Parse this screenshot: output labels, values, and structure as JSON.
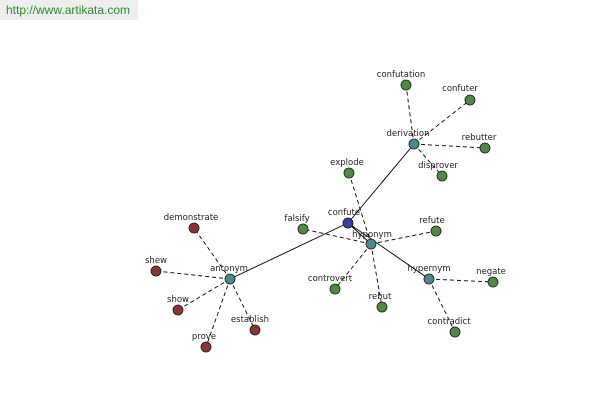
{
  "banner": {
    "url_text": "http://www.artikata.com"
  },
  "colors": {
    "center": "#3b3ba8",
    "hub": "#4a8a8e",
    "synonym_leaf": "#4e8a44",
    "antonym_leaf": "#8a3434",
    "edge": "#000000"
  },
  "graph": {
    "center": {
      "id": "confute",
      "label": "confute"
    },
    "hubs": [
      {
        "id": "derivation",
        "label": "derivation"
      },
      {
        "id": "hyponym",
        "label": "hyponym"
      },
      {
        "id": "antonym",
        "label": "antonym"
      },
      {
        "id": "hypernym",
        "label": "hypernym"
      }
    ],
    "leaves": [
      {
        "id": "confutation",
        "label": "confutation",
        "hub": "derivation",
        "group": "synonym"
      },
      {
        "id": "confuter",
        "label": "confuter",
        "hub": "derivation",
        "group": "synonym"
      },
      {
        "id": "rebutter",
        "label": "rebutter",
        "hub": "derivation",
        "group": "synonym"
      },
      {
        "id": "disprover",
        "label": "disprover",
        "hub": "derivation",
        "group": "synonym"
      },
      {
        "id": "explode",
        "label": "explode",
        "hub": "hyponym",
        "group": "synonym"
      },
      {
        "id": "falsify",
        "label": "falsify",
        "hub": "hyponym",
        "group": "synonym"
      },
      {
        "id": "refute",
        "label": "refute",
        "hub": "hyponym",
        "group": "synonym"
      },
      {
        "id": "controvert",
        "label": "controvert",
        "hub": "hyponym",
        "group": "synonym"
      },
      {
        "id": "rebut",
        "label": "rebut",
        "hub": "hyponym",
        "group": "synonym"
      },
      {
        "id": "negate",
        "label": "negate",
        "hub": "hypernym",
        "group": "synonym"
      },
      {
        "id": "contradict",
        "label": "contradict",
        "hub": "hypernym",
        "group": "synonym"
      },
      {
        "id": "demonstrate",
        "label": "demonstrate",
        "hub": "antonym",
        "group": "antonym"
      },
      {
        "id": "shew",
        "label": "shew",
        "hub": "antonym",
        "group": "antonym"
      },
      {
        "id": "show",
        "label": "show",
        "hub": "antonym",
        "group": "antonym"
      },
      {
        "id": "prove",
        "label": "prove",
        "hub": "antonym",
        "group": "antonym"
      },
      {
        "id": "establish",
        "label": "establish",
        "hub": "antonym",
        "group": "antonym"
      }
    ]
  }
}
